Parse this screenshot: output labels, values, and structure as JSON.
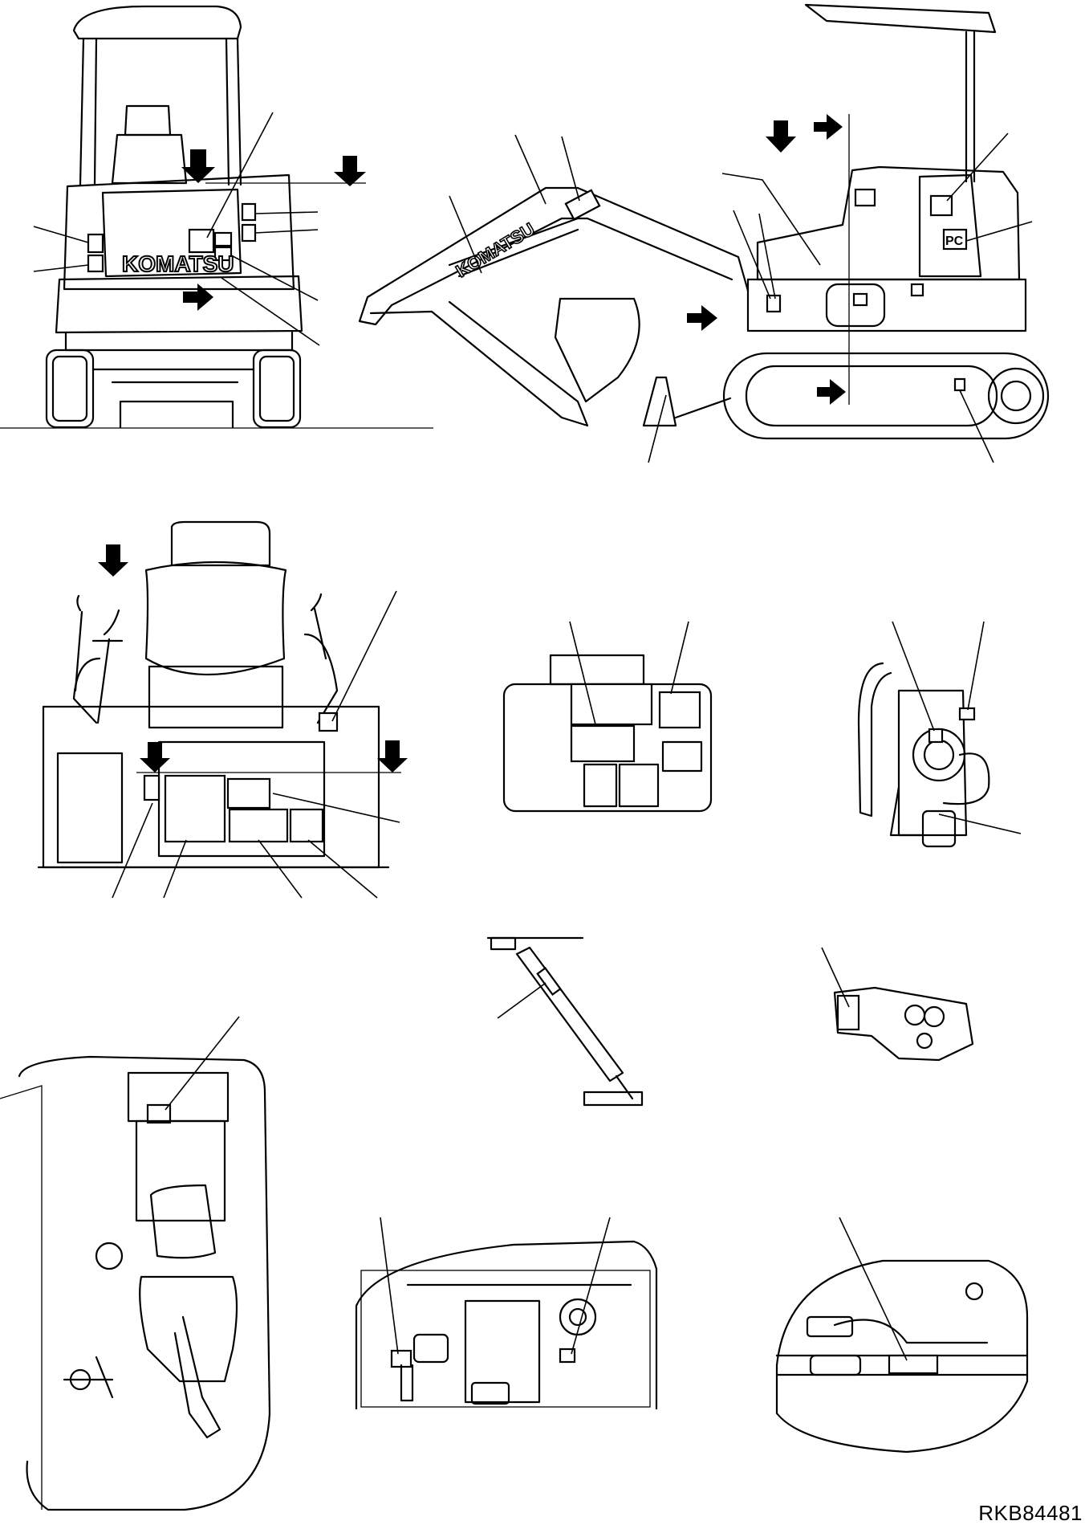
{
  "drawing": {
    "brand_text": "KOMATSU",
    "model_badge": "PC",
    "reference_code": "RKB84481"
  },
  "colors": {
    "ink": "#000000",
    "paper": "#ffffff"
  }
}
